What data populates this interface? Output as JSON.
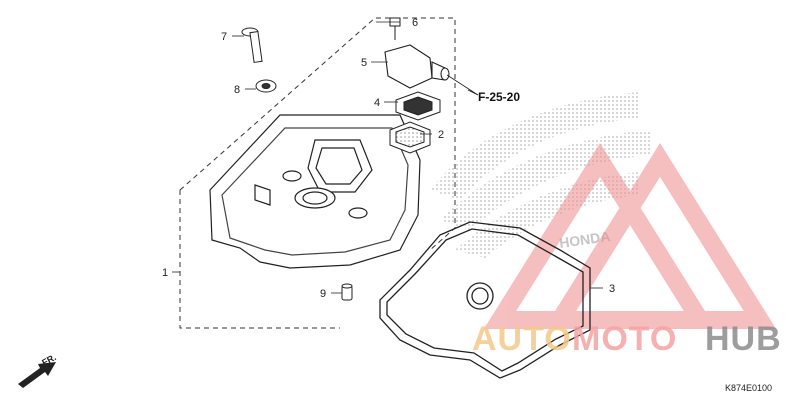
{
  "diagram": {
    "callouts": [
      {
        "id": "1",
        "label": "1"
      },
      {
        "id": "2",
        "label": "2"
      },
      {
        "id": "3",
        "label": "3"
      },
      {
        "id": "4",
        "label": "4"
      },
      {
        "id": "5",
        "label": "5"
      },
      {
        "id": "6",
        "label": "6"
      },
      {
        "id": "7",
        "label": "7"
      },
      {
        "id": "8",
        "label": "8"
      },
      {
        "id": "9",
        "label": "9"
      }
    ],
    "reference": "F-25-20",
    "direction": "FR.",
    "code": "K874E0100"
  },
  "watermark": {
    "text_auto": "AUTO",
    "text_moto": "MOTO",
    "text_hub": "HUB",
    "colors": {
      "auto": "#f3c98a",
      "moto": "#f5a3a3",
      "hub": "#8c8c8c",
      "logo": "#f08c8c"
    }
  }
}
